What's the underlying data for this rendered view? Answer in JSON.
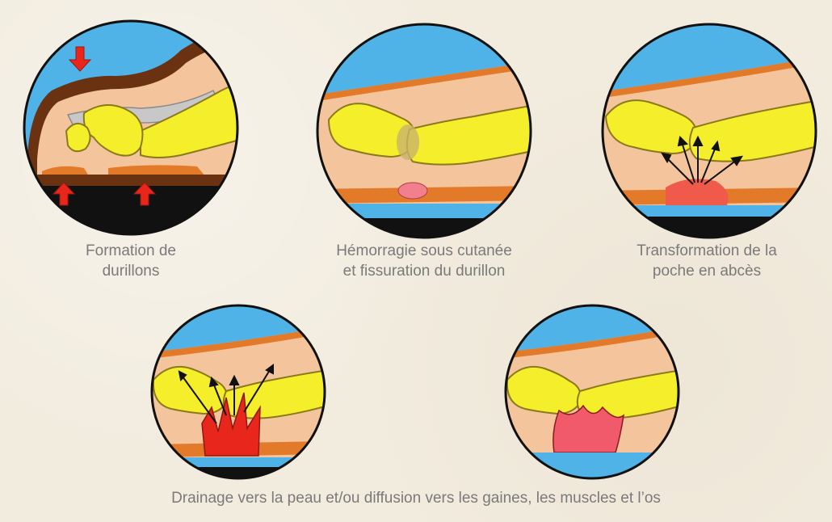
{
  "figure": {
    "captions": {
      "panel1": "Formation de\ndurillons",
      "panel2": "Hémorragie sous cutanée\net fissuration du durillon",
      "panel3": "Transformation de la\npoche en abcès",
      "bottom": "Drainage vers la peau et/ou diffusion vers les gaines, les muscles et l’os"
    },
    "colors": {
      "sky": "#4fb3e8",
      "skin": "#f4c49c",
      "bone": "#f5ee2a",
      "bone_outline": "#8a7a1a",
      "joint": "#c9b36a",
      "dermis": "#e37a2a",
      "skin_edge": "#7a3d12",
      "ground": "#111111",
      "arrow_red": "#e8261b",
      "hemorrhage": "#f27f8e",
      "abscess": "#f05a4a"
    },
    "icons": [
      "red-arrow-icon",
      "black-arrow-icon"
    ]
  }
}
